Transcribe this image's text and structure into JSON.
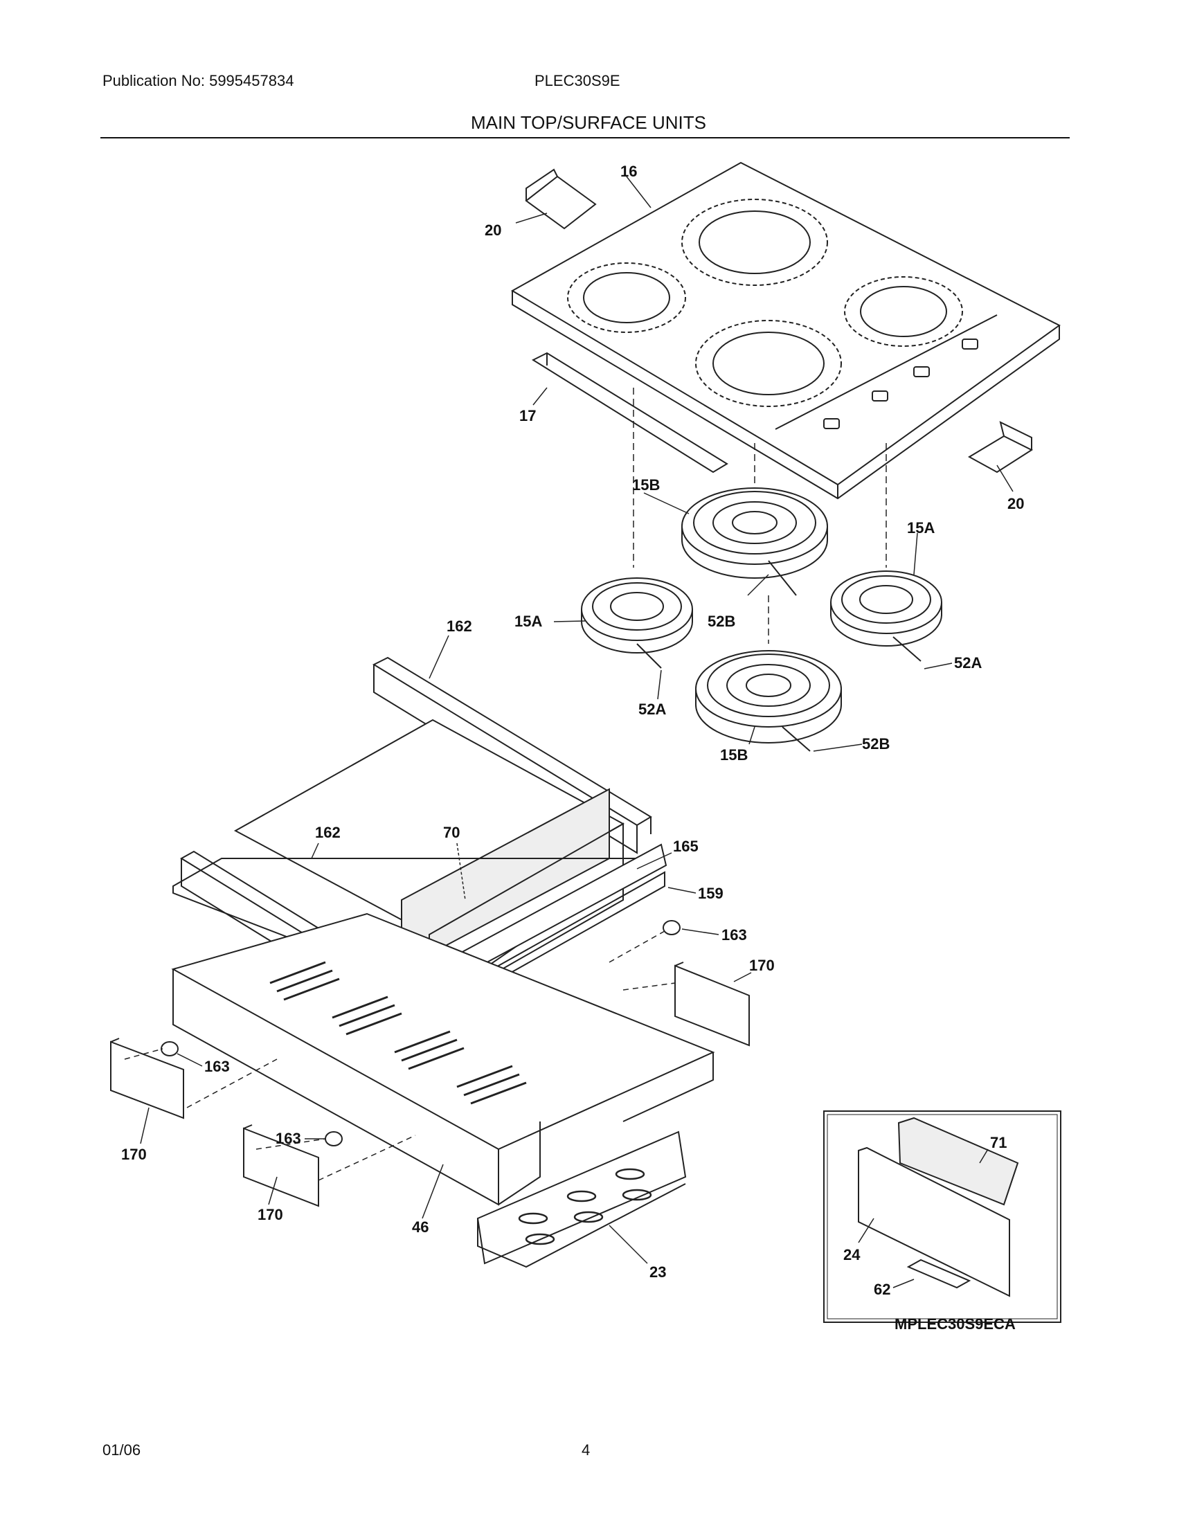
{
  "header": {
    "publication": "Publication No: 5995457834",
    "model": "PLEC30S9E",
    "section_title": "MAIN TOP/SURFACE UNITS"
  },
  "diagram": {
    "part_labels": {
      "p16": "16",
      "p20a": "20",
      "p20b": "20",
      "p17": "17",
      "p15b_top": "15B",
      "p15a_top": "15A",
      "p15a_left": "15A",
      "p52b_mid": "52B",
      "p52a_right": "52A",
      "p52a_left": "52A",
      "p52b_bot": "52B",
      "p15b_bot": "15B",
      "p162_top": "162",
      "p162_mid": "162",
      "p70": "70",
      "p165": "165",
      "p159": "159",
      "p163_right": "163",
      "p170_right": "170",
      "p163_left": "163",
      "p170_left": "170",
      "p163_mid": "163",
      "p170_mid": "170",
      "p46": "46",
      "p23": "23",
      "p71": "71",
      "p24": "24",
      "p62": "62"
    },
    "inset_code": "MPLEC30S9ECA"
  },
  "footer": {
    "date": "01/06",
    "page": "4"
  }
}
